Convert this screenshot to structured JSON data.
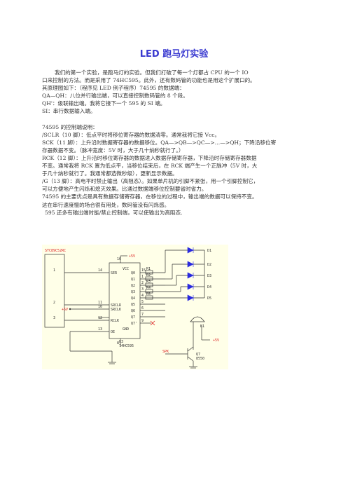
{
  "title": "LED 跑马灯实验",
  "lines": [
    "我们的第一个实验，是跑马灯的实验。但我们打破了每一个灯都占 CPU 的一个 IO",
    "口来控制的方法。而是采用了 74HC595。此外，还有数码管的功能也是用这个扩展口的。",
    "其原理图如下：（程序见 LED 例子程序）74595 的数据端：",
    "QA—QH：八位并行输出端，可以直接控制数码管的 8 个段。",
    "QH'：级联输出端。我将它接下一个 595 的 SI 端。",
    "SI：串行数据输入端。",
    "74595 的控制端说明：",
    "/SCLR（10 脚）：低点平时将移位寄存器的数据清零。通常我将它接 Vcc。",
    "SCK（11 脚）：上升沿时数据寄存器的数据移位。QA—>QB—>QC—>…—>QH；下降沿移位寄",
    "存器数据不变。（脉冲宽度：5V 时，大于几十纳秒就行了。）",
    "RCK（12 脚）：上升沿时移位寄存器的数据进入数据存储寄存器，下降沿时存储寄存器数据",
    "不变。通常我将 RCK 置为低点平，当移位结束后，在 RCK 端产生一个正脉冲（5V 时，大",
    "于几十纳秒就行了。我通常都选微秒级），更新显示数据。",
    "/G（13 脚）：高电平时禁止输出（高阻态）。如果单片机的引脚不紧张，用一个引脚控制它，",
    "可以方便地产生闪烁和熄灭效果。比通过数据端移位控制要省时省力。",
    "74595 的主要优点是具有数据存储寄存器，在移位的过程中，输出端的数据可以保持不变。",
    "这在串行速度慢的场合很有用处，数码管没有闪烁感。",
    "595 还多有输出端时能/禁止控制端，可以使输出为高阻态."
  ],
  "circuit": {
    "mcu": "STC89C52RC",
    "mcu_pins": [
      "1",
      "2",
      "3"
    ],
    "ic_name": "U3",
    "ic_part": "74HC595",
    "ic_left_pins": [
      "SER",
      "SRCLR",
      "SRCLK",
      "RCLK",
      "OE"
    ],
    "ic_left_nums": [
      "14",
      "10",
      "11",
      "12",
      "13"
    ],
    "ic_right_pins": [
      "Q0",
      "Q1",
      "Q2",
      "Q3",
      "Q4",
      "Q5",
      "Q6",
      "Q7",
      "Q7'"
    ],
    "ic_right_nums": [
      "15",
      "1",
      "2",
      "3",
      "4",
      "5",
      "6",
      "7",
      "9"
    ],
    "vcc_pin": "16",
    "gnd_pin": "8",
    "vcc_label": "VCC",
    "gnd_label": "GND",
    "plus5v": "+5V",
    "resistors": [
      "R1",
      "R2",
      "R3",
      "R4",
      "R5"
    ],
    "leds": [
      "D1",
      "D2",
      "D3",
      "D4",
      "D5"
    ],
    "buzzer": "B1",
    "transistor": "Q7",
    "transistor_part": "8550",
    "spk": "SPK"
  }
}
